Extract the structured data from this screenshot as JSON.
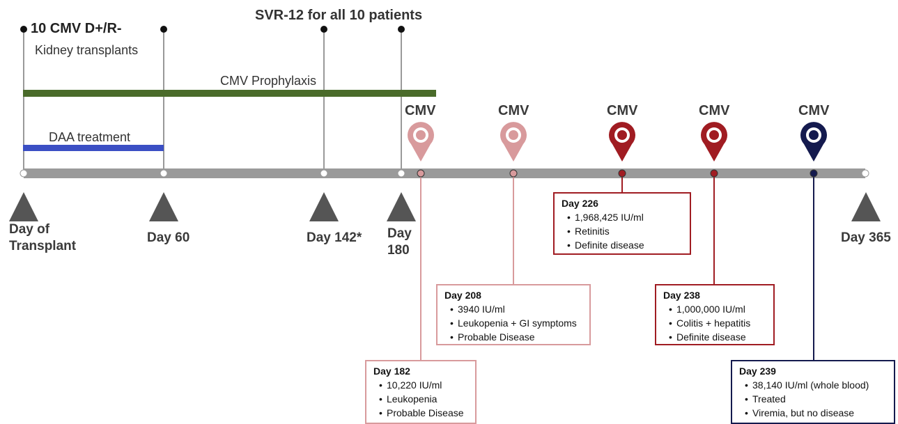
{
  "colors": {
    "axis": "#9a9a9a",
    "prophylaxis": "#4a6b2a",
    "daa": "#3b4fc4",
    "light_red": "#d89a9c",
    "dark_red": "#a01c22",
    "navy": "#141a4e",
    "marker": "#555555"
  },
  "top_annotations": {
    "donor_status": "10 CMV D+/R-",
    "transplant_type": "Kidney transplants",
    "svr": "SVR-12 for all 10 patients"
  },
  "bars": {
    "prophylaxis": "CMV Prophylaxis",
    "daa": "DAA treatment"
  },
  "milestones": [
    {
      "label": "Day of\nTransplant"
    },
    {
      "label": "Day 60"
    },
    {
      "label": "Day 142*"
    },
    {
      "label": "Day\n180"
    },
    {
      "label": "Day 365"
    }
  ],
  "cmv_events": [
    {
      "pin_label": "CMV",
      "pin_icon": "location-pin-icon",
      "severity": "probable",
      "day": "Day 182",
      "points": [
        "10,220 IU/ml",
        "Leukopenia",
        "Probable Disease"
      ]
    },
    {
      "pin_label": "CMV",
      "pin_icon": "location-pin-icon",
      "severity": "probable",
      "day": "Day 208",
      "points": [
        "3940 IU/ml",
        "Leukopenia + GI symptoms",
        "Probable Disease"
      ]
    },
    {
      "pin_label": "CMV",
      "pin_icon": "location-pin-icon",
      "severity": "definite",
      "day": "Day 226",
      "points": [
        "1,968,425 IU/ml",
        "Retinitis",
        "Definite disease"
      ]
    },
    {
      "pin_label": "CMV",
      "pin_icon": "location-pin-icon",
      "severity": "definite",
      "day": "Day 238",
      "points": [
        "1,000,000 IU/ml",
        "Colitis + hepatitis",
        "Definite disease"
      ]
    },
    {
      "pin_label": "CMV",
      "pin_icon": "location-pin-icon",
      "severity": "no-disease",
      "day": "Day 239",
      "points": [
        "38,140 IU/ml (whole blood)",
        "Treated",
        "Viremia, but no disease"
      ]
    }
  ]
}
